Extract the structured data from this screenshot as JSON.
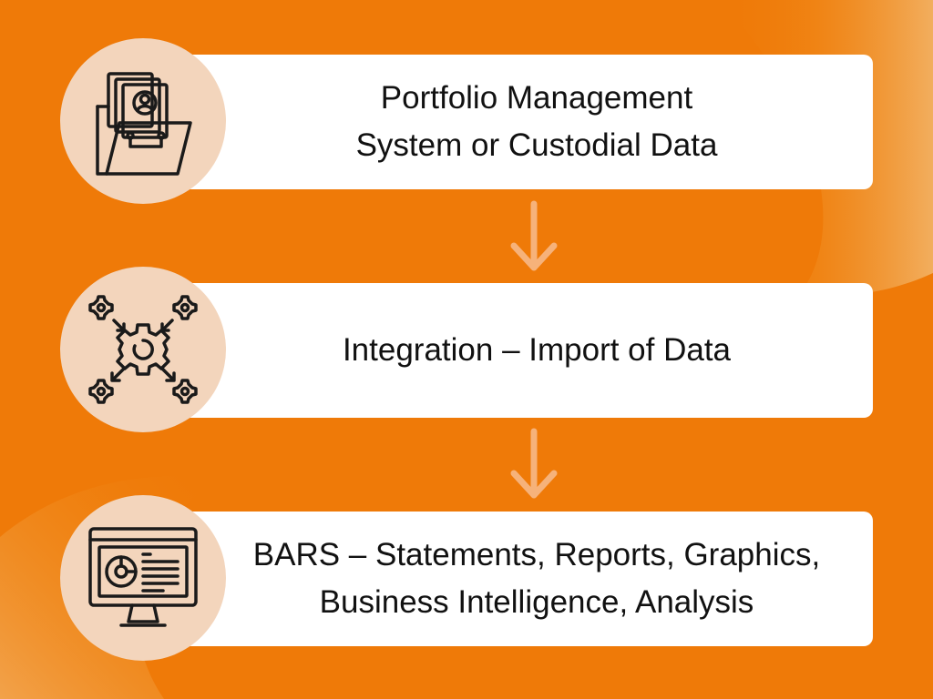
{
  "colors": {
    "background": "#EF7A08",
    "card": "#FFFFFF",
    "circle": "#F3D5BC",
    "arrow": "#F6B27A",
    "icon_stroke": "#1A1A1A",
    "text": "#111111"
  },
  "steps": [
    {
      "icon": "folder-document-icon",
      "lines": [
        "Portfolio Management",
        "System or Custodial Data"
      ]
    },
    {
      "icon": "integration-gears-icon",
      "lines": [
        "Integration – Import of Data"
      ]
    },
    {
      "icon": "monitor-report-icon",
      "lines": [
        "BARS – Statements, Reports, Graphics,",
        "Business Intelligence, Analysis"
      ]
    }
  ],
  "connectors": [
    "down-arrow-icon",
    "down-arrow-icon"
  ]
}
